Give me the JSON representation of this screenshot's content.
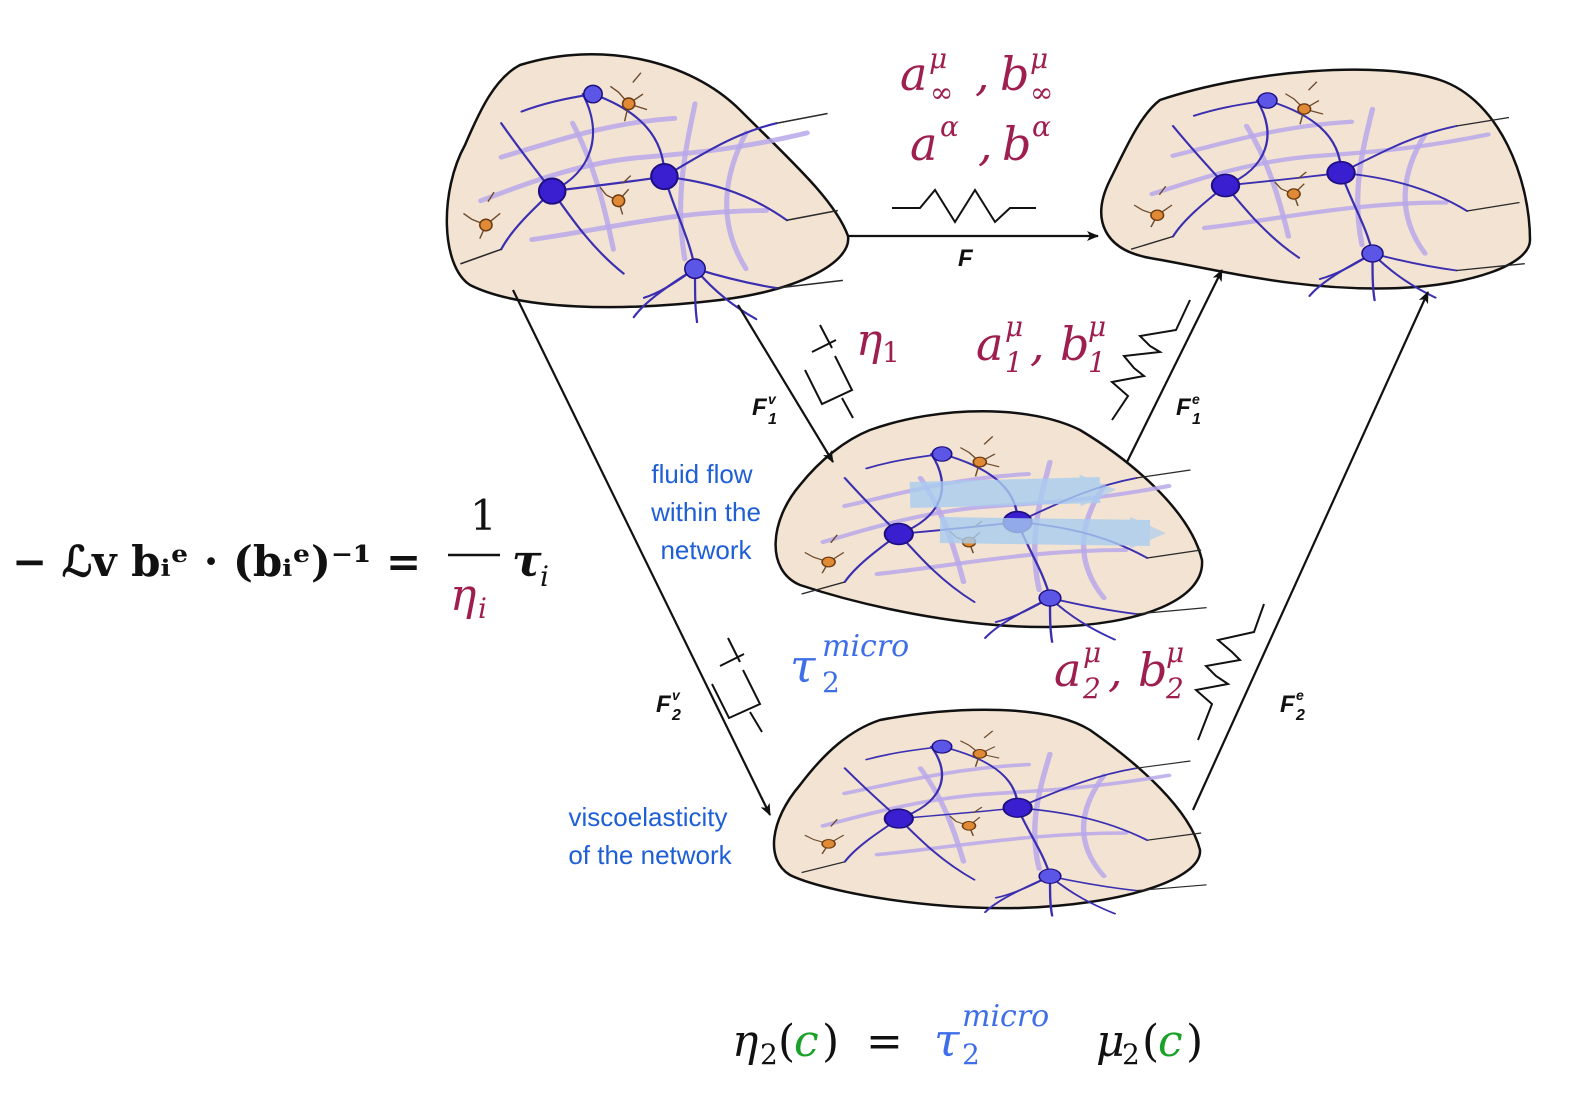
{
  "equations": {
    "left_lhs": "− ℒv bᵢᵉ · (bᵢᵉ)⁻¹ = ",
    "left_num": "1",
    "left_den": "η",
    "left_den_sub": "i",
    "left_rhs": "τ",
    "left_rhs_sub": "i",
    "bottom_eta": "η",
    "bottom_eta_sub": "2",
    "bottom_c1": "c",
    "bottom_eq": "=",
    "bottom_tau": "τ",
    "bottom_tau_sub": "2",
    "bottom_tau_sup": "micro",
    "bottom_mu": "μ",
    "bottom_mu_sub": "2",
    "bottom_c2": "c"
  },
  "params": {
    "inf_a": "a",
    "inf_b": "b",
    "inf_sup": "μ",
    "inf_sub": "∞",
    "alpha_a": "a",
    "alpha_b": "b",
    "alpha_sup": "α",
    "net1_a": "a",
    "net1_b": "b",
    "net1_sup": "μ",
    "net1_sub": "1",
    "net2_a": "a",
    "net2_b": "b",
    "net2_sup": "μ",
    "net2_sub": "2",
    "eta1": "η",
    "eta1_sub": "1",
    "tau2": "τ",
    "tau2_sub": "2",
    "tau2_sup": "micro",
    "comma": ","
  },
  "arrows": {
    "F": "F",
    "F1v": "F",
    "F1v_sup": "v",
    "F1v_sub": "1",
    "F1e": "F",
    "F1e_sup": "e",
    "F1e_sub": "1",
    "F2v": "F",
    "F2v_sup": "v",
    "F2v_sub": "2",
    "F2e": "F",
    "F2e_sup": "e",
    "F2e_sub": "2"
  },
  "notes": {
    "fluid_1": "fluid flow",
    "fluid_2": "within the",
    "fluid_3": "network",
    "visco_1": "viscoelasticity",
    "visco_2": "of the network"
  },
  "colors": {
    "parameter": "#9e1f4f",
    "micro": "#3f6fe8",
    "concentration": "#1aa12a",
    "note": "#1f5fd6",
    "tissue": "#f3e3d2"
  }
}
